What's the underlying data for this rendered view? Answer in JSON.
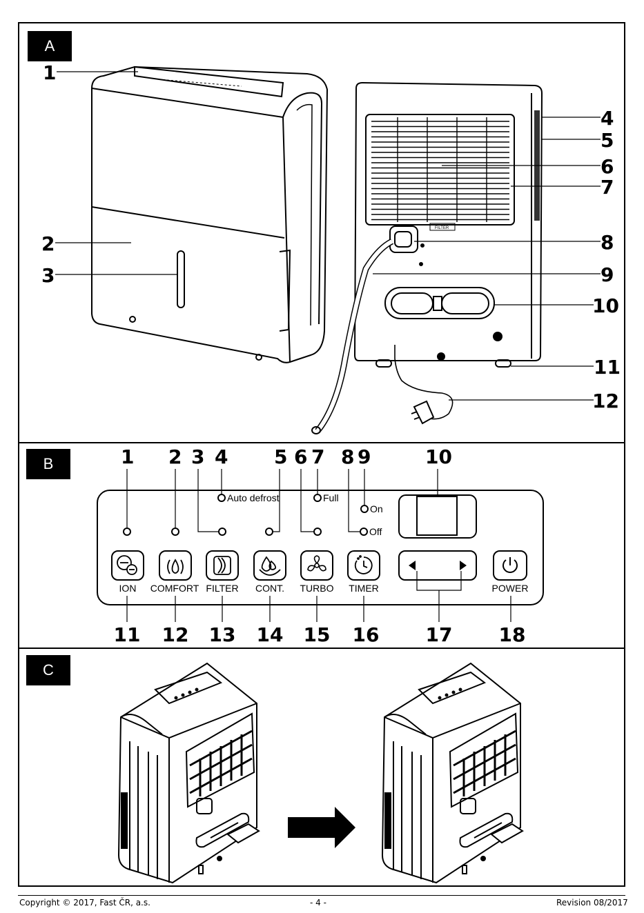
{
  "panels": {
    "a": "A",
    "b": "B",
    "c": "C"
  },
  "section_a": {
    "callouts": [
      "1",
      "2",
      "3",
      "4",
      "5",
      "6",
      "7",
      "8",
      "9",
      "10",
      "11",
      "12"
    ],
    "filter_tag": "FILTER"
  },
  "section_b": {
    "top_numbers": [
      "1",
      "2",
      "3",
      "4",
      "5",
      "6",
      "7",
      "8",
      "9",
      "10"
    ],
    "indicators": {
      "auto_defrost": "Auto defrost",
      "full": "Full",
      "on": "On",
      "off": "Off"
    },
    "buttons": [
      "ION",
      "COMFORT",
      "FILTER",
      "CONT.",
      "TURBO",
      "TIMER",
      "POWER"
    ],
    "bottom_numbers": [
      "11",
      "12",
      "13",
      "14",
      "15",
      "16",
      "17",
      "18"
    ]
  },
  "footer": {
    "copyright": "Copyright © 2017, Fast ČR, a.s.",
    "page": "- 4 -",
    "revision": "Revision 08/2017"
  }
}
